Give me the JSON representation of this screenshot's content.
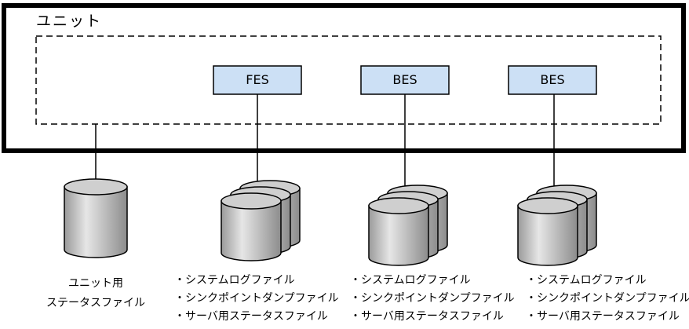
{
  "unit": {
    "title": "ユニット"
  },
  "servers": [
    {
      "label": "FES"
    },
    {
      "label": "BES"
    },
    {
      "label": "BES"
    }
  ],
  "unit_status_file": {
    "caption_line1": "ユニット用",
    "caption_line2": "ステータスファイル"
  },
  "file_lists": [
    [
      "・システムログファイル",
      "・シンクポイントダンプファイル",
      "・サーバ用ステータスファイル"
    ],
    [
      "・システムログファイル",
      "・シンクポイントダンプファイル",
      "・サーバ用ステータスファイル"
    ],
    [
      "・システムログファイル",
      "・シンクポイントダンプファイル",
      "・サーバ用ステータスファイル"
    ]
  ],
  "colors": {
    "server_fill": "#cce0f5",
    "disk_fill": "#d8d8d8",
    "line": "#000000"
  }
}
